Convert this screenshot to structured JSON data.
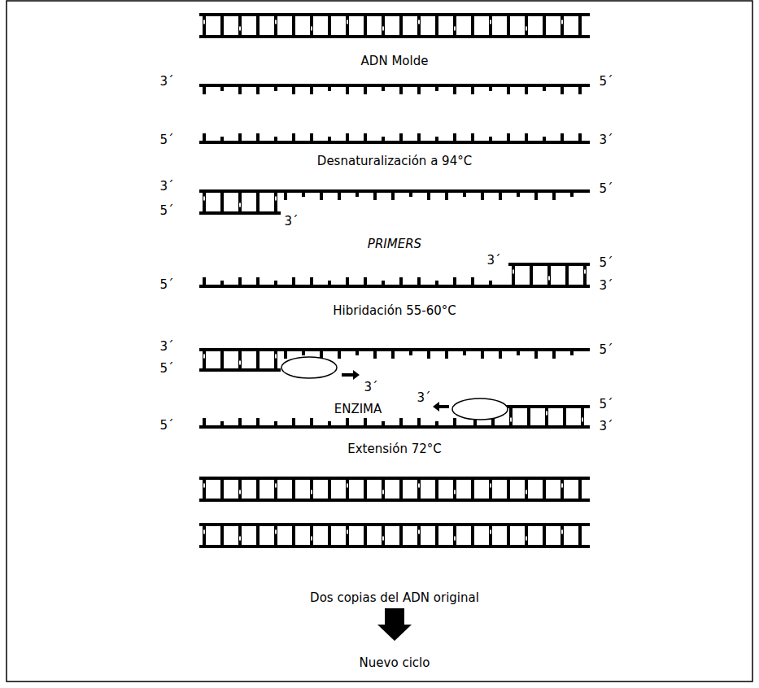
{
  "diagram": {
    "labels": [
      "ADN Molde",
      "3´",
      "5´",
      "5´",
      "3´",
      "Desnaturalización a 94°C",
      "3´",
      "5´",
      "3´",
      "5´",
      "PRIMERS",
      "3´",
      "5´",
      "3´",
      "5´",
      "Hibridación 55-60°C",
      "3´",
      "5´",
      "5´",
      "3´",
      "ENZIMA",
      "3´",
      "5´",
      "3´",
      "5´",
      "Extensión 72°C",
      "Dos copias del ADN original",
      "Nuevo ciclo"
    ]
  }
}
